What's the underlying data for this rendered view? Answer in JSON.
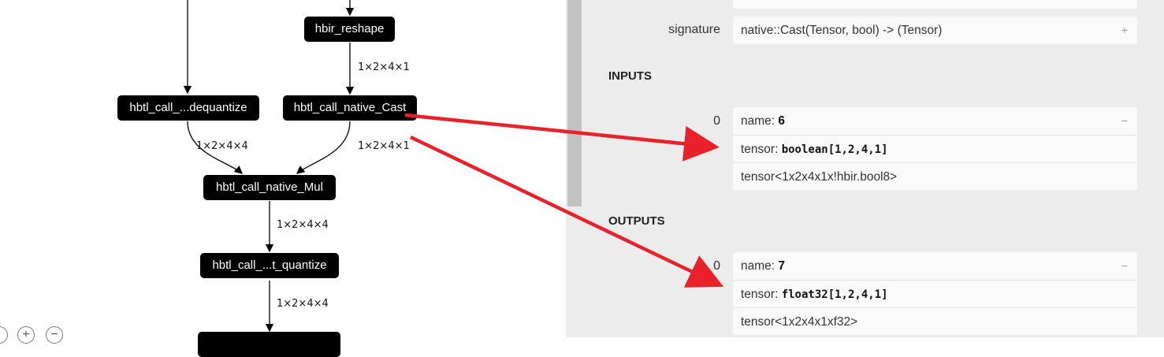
{
  "graph": {
    "nodes": {
      "reshape": "hbir_reshape",
      "dequantize": "hbtl_call_...dequantize",
      "cast": "hbtl_call_native_Cast",
      "mul": "hbtl_call_native_Mul",
      "quantize": "hbtl_call_...t_quantize"
    },
    "edges": {
      "reshape_to_cast": "1×2×4×1",
      "deq_to_mul": "1×2×4×4",
      "cast_to_mul": "1×2×4×1",
      "mul_to_quant": "1×2×4×4",
      "quant_out": "1×2×4×4"
    },
    "zoom": {
      "zoom_in": "+",
      "zoom_out": "−"
    }
  },
  "sidebar": {
    "signature_label": "signature",
    "signature_value": "native::Cast(Tensor, bool) -> (Tensor)",
    "signature_toggle": "+",
    "inputs_title": "INPUTS",
    "outputs_title": "OUTPUTS",
    "inputs": [
      {
        "index": "0",
        "name_label": "name: ",
        "name": "6",
        "tensor_label": "tensor: ",
        "tensor": "boolean[1,2,4,1]",
        "type": "tensor<1x2x4x1x!hbir.bool8>",
        "toggle": "−"
      }
    ],
    "outputs": [
      {
        "index": "0",
        "name_label": "name: ",
        "name": "7",
        "tensor_label": "tensor: ",
        "tensor": "float32[1,2,4,1]",
        "type": "tensor<1x2x4x1xf32>",
        "toggle": "−"
      }
    ]
  },
  "colors": {
    "node_bg": "#000000",
    "panel_bg": "#ececec",
    "annotation_arrow": "#e8212b"
  }
}
